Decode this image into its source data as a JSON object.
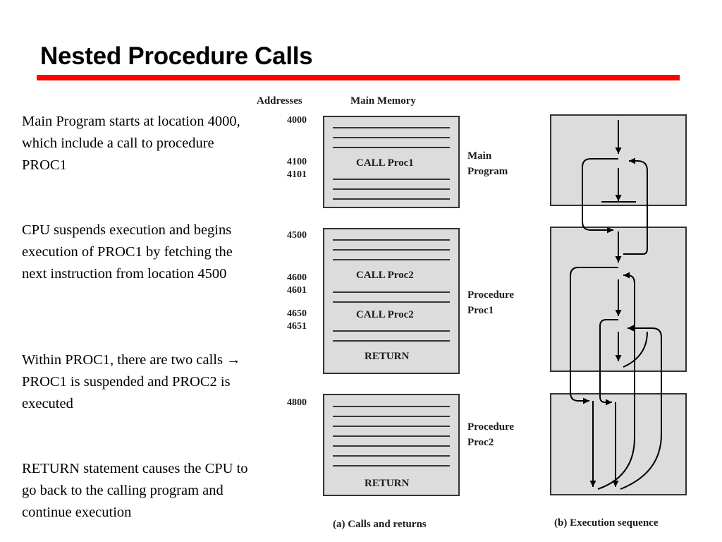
{
  "title": "Nested Procedure Calls",
  "paragraphs": [
    "Main Program starts at location 4000, which include a call to procedure PROC1",
    "CPU suspends execution and begins execution of PROC1 by fetching the next instruction from location 4500",
    "Within PROC1, there are two calls → PROC1 is suspended and PROC2 is executed",
    "RETURN statement causes the CPU to go back to the calling program and continue execution"
  ],
  "diagram": {
    "headers": {
      "addresses": "Addresses",
      "main_memory": "Main Memory"
    },
    "addresses": [
      "4000",
      "4100",
      "4101",
      "4500",
      "4600",
      "4601",
      "4650",
      "4651",
      "4800"
    ],
    "instructions": {
      "call_proc1": "CALL Proc1",
      "call_proc2_first": "CALL Proc2",
      "call_proc2_second": "CALL Proc2",
      "return_proc1": "RETURN",
      "return_proc2": "RETURN"
    },
    "segments": {
      "main": [
        "Main",
        "Program"
      ],
      "proc1": [
        "Procedure",
        "Proc1"
      ],
      "proc2": [
        "Procedure",
        "Proc2"
      ]
    },
    "captions": {
      "a": "(a) Calls and returns",
      "b": "(b) Execution sequence"
    },
    "colors": {
      "block_fill": "#dcdcdc",
      "accent_rule": "#ff0000"
    }
  }
}
